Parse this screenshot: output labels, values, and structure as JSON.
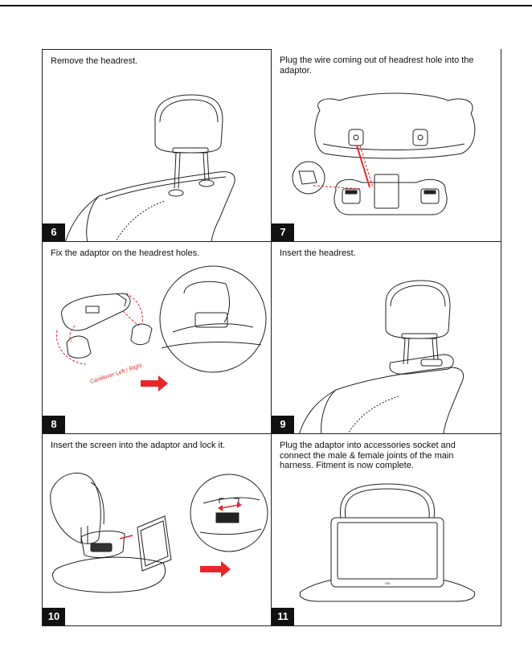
{
  "steps": [
    {
      "number": "6",
      "caption": "Remove the headrest."
    },
    {
      "number": "7",
      "caption": "Plug the wire coming out of headrest hole into the adaptor."
    },
    {
      "number": "8",
      "caption": "Fix the adaptor on the headrest holes.",
      "callout": "Cantilever Left / Right"
    },
    {
      "number": "9",
      "caption": "Insert the headrest."
    },
    {
      "number": "10",
      "caption": "Insert the screen into the adaptor and lock it."
    },
    {
      "number": "11",
      "caption": "Plug the adaptor into accessories socket and connect the male & female joints of the main harness. Fitment is now complete.",
      "screen_label": "ON"
    }
  ],
  "colors": {
    "accent_red": "#e8262a",
    "ink": "#222222"
  }
}
